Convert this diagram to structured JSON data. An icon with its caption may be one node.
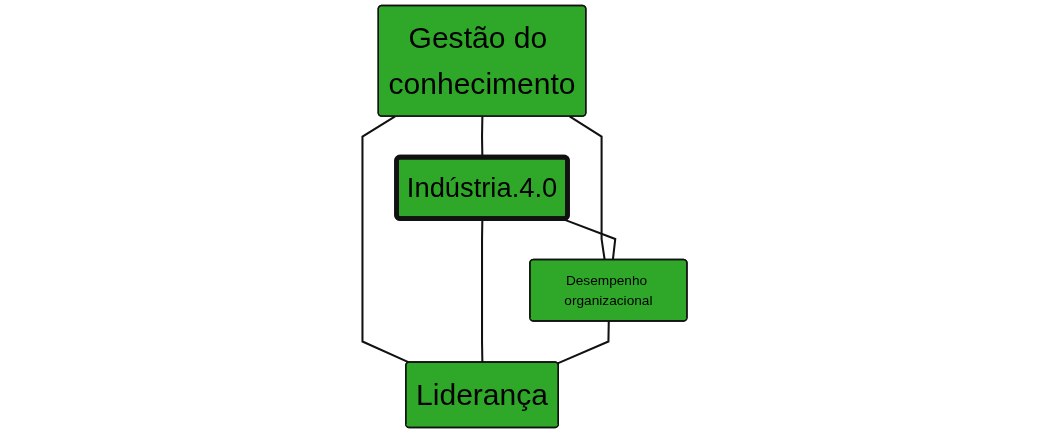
{
  "diagram": {
    "nodes": [
      {
        "text": [
          "Gestão do conhecimento"
        ]
      },
      {
        "text": [
          "Indústria.4.0"
        ]
      },
      {
        "text": [
          "Desempenho organizacional"
        ]
      },
      {
        "text": [
          "Liderança"
        ]
      }
    ],
    "edges": [
      {
        "from": 0,
        "to": 1,
        "arrow": "none"
      },
      {
        "from": 0,
        "to": 2,
        "arrow": "none"
      },
      {
        "from": 0,
        "to": 3,
        "arrow": "none"
      },
      {
        "from": 1,
        "to": 2,
        "arrow": "none"
      },
      {
        "from": 1,
        "to": 3,
        "arrow": "none"
      },
      {
        "from": 2,
        "to": 3,
        "arrow": "none"
      }
    ]
  }
}
